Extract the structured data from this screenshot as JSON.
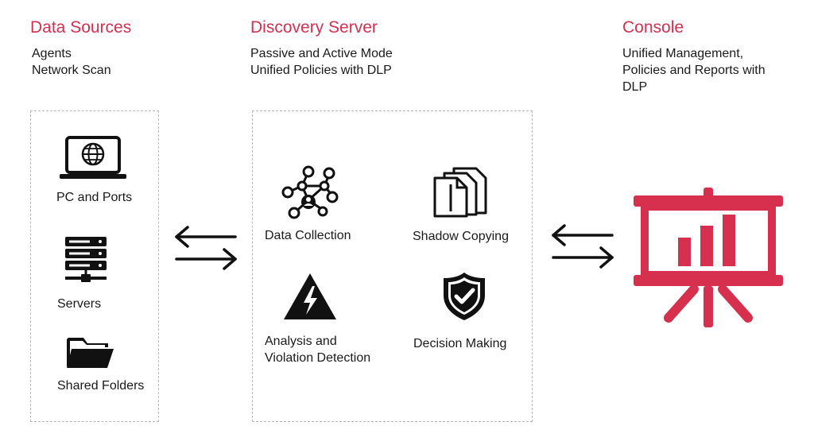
{
  "columns": {
    "data_sources": {
      "title": "Data Sources",
      "lines": [
        "Agents",
        "Network Scan"
      ]
    },
    "discovery_server": {
      "title": "Discovery Server",
      "lines": [
        "Passive and Active Mode",
        "Unified Policies with DLP"
      ]
    },
    "console": {
      "title": "Console",
      "lines": [
        "Unified Management,",
        "Policies and Reports with",
        "DLP"
      ]
    }
  },
  "data_sources_items": {
    "pc": {
      "label": "PC and Ports",
      "icon": "laptop-globe-icon"
    },
    "servers": {
      "label": "Servers",
      "icon": "server-icon"
    },
    "folders": {
      "label": "Shared Folders",
      "icon": "folder-icon"
    }
  },
  "discovery_items": {
    "collection": {
      "label": "Data Collection",
      "icon": "network-nodes-icon"
    },
    "shadow": {
      "label": "Shadow Copying",
      "icon": "documents-copy-icon"
    },
    "analysis": {
      "label_lines": [
        "Analysis and",
        "Violation Detection"
      ],
      "icon": "warning-bolt-icon"
    },
    "decision": {
      "label": "Decision Making",
      "icon": "shield-check-icon"
    }
  },
  "console_icon": "presentation-chart-icon",
  "colors": {
    "accent": "#d7304f",
    "text": "#1a1a1a",
    "border": "#b8b8b8"
  }
}
